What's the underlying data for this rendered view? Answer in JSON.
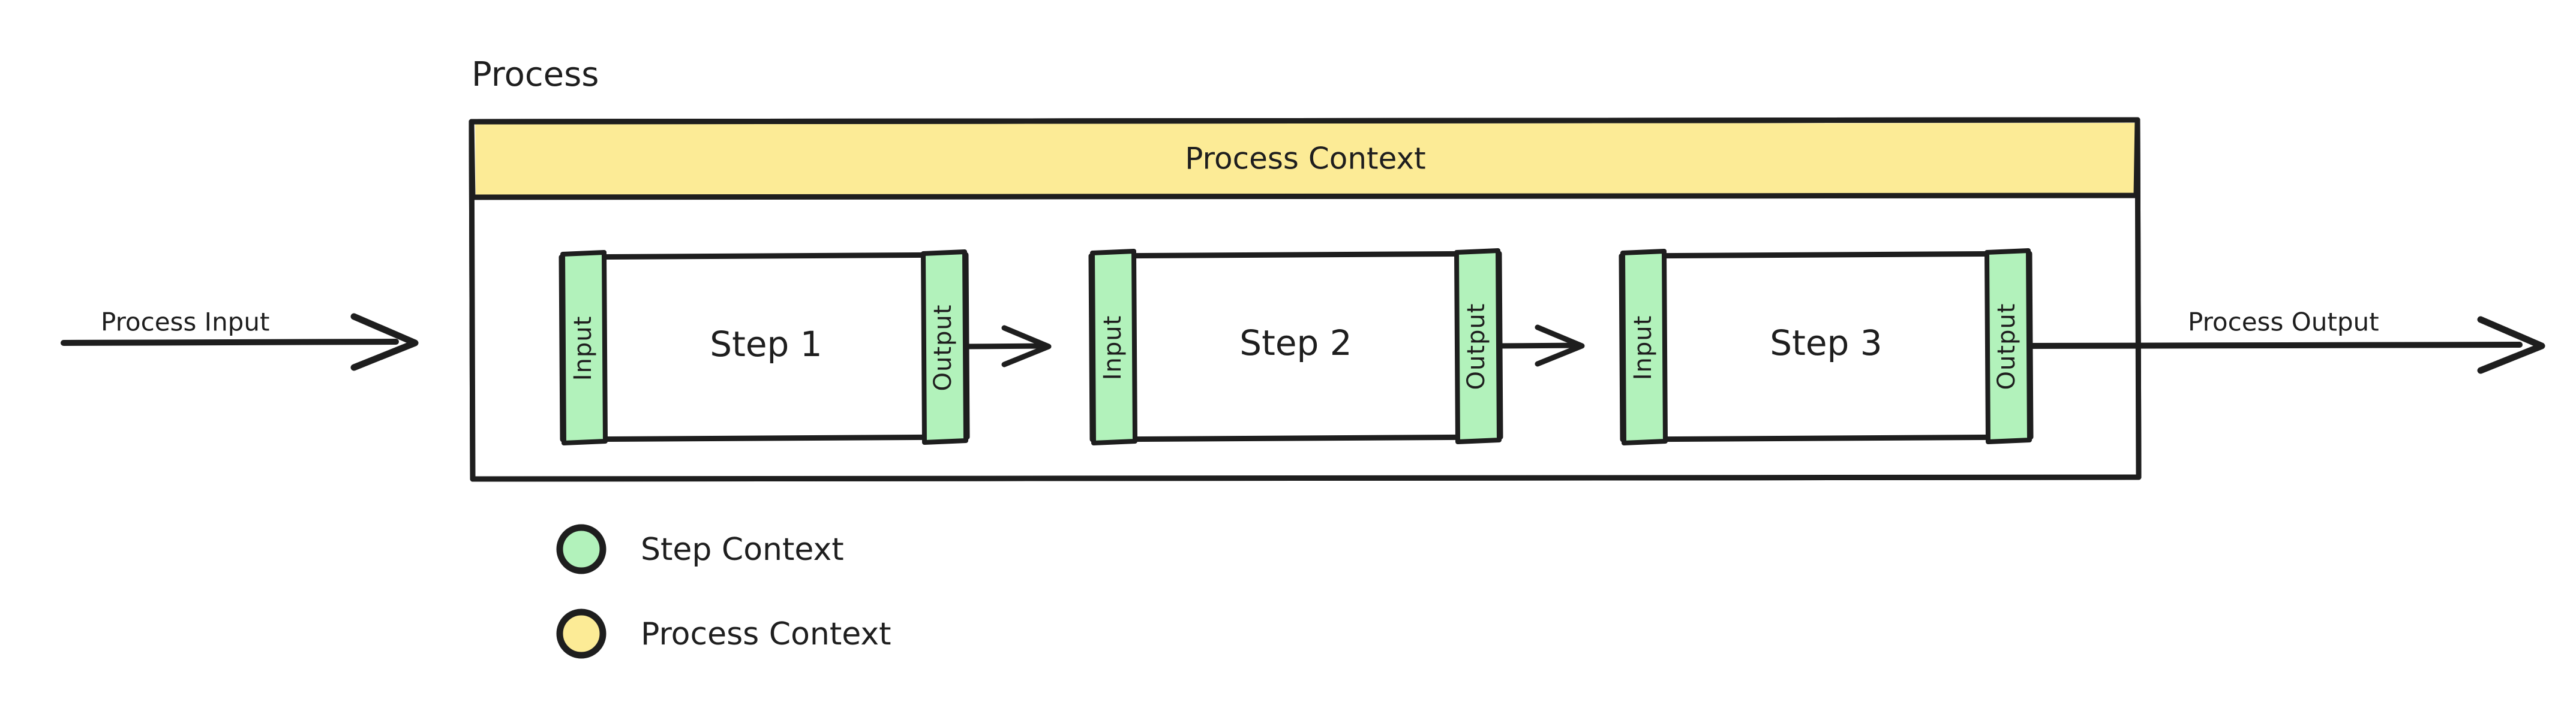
{
  "diagram": {
    "title": "Process",
    "context_band": {
      "label": "Process Context",
      "color": "#fceb96"
    },
    "edges": {
      "process_input": "Process Input",
      "process_output": "Process Output"
    },
    "steps": [
      {
        "name": "Step 1",
        "input_label": "Input",
        "output_label": "Output"
      },
      {
        "name": "Step 2",
        "input_label": "Input",
        "output_label": "Output"
      },
      {
        "name": "Step 3",
        "input_label": "Input",
        "output_label": "Output"
      }
    ],
    "legend": {
      "items": [
        {
          "label": "Step Context",
          "color": "#b2f2bb"
        },
        {
          "label": "Process Context",
          "color": "#fceb96"
        }
      ]
    },
    "colors": {
      "stroke": "#1e1e1e",
      "step_context": "#b2f2bb",
      "process_context": "#fceb96",
      "background": "#ffffff"
    }
  }
}
